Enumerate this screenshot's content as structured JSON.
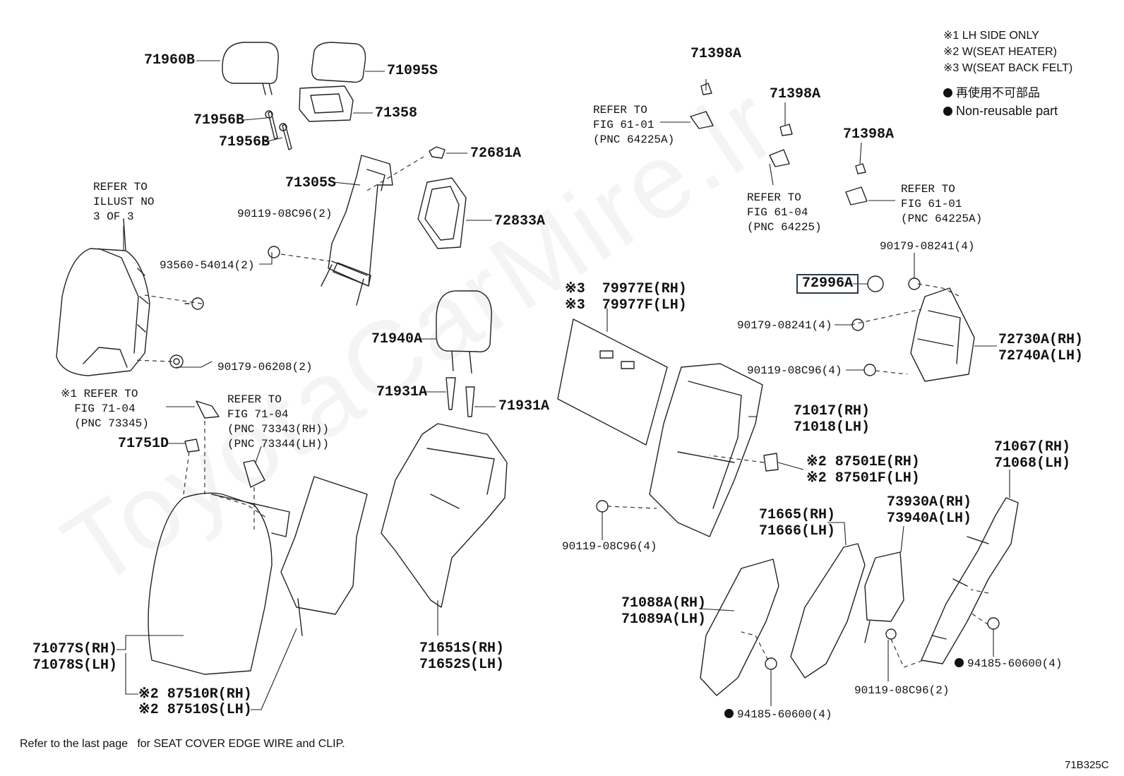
{
  "watermark": "ToyotaCarMire.lr",
  "legend": {
    "note1": "※1 LH SIDE ONLY",
    "note2": "※2 W(SEAT HEATER)",
    "note3": "※3 W(SEAT BACK FELT)",
    "nonreusable_jp": "再使用不可部品",
    "nonreusable_en": "Non-reusable part"
  },
  "labels": {
    "p71960B": "71960B",
    "p71095S": "71095S",
    "p71358": "71358",
    "p71956B_a": "71956B",
    "p71956B_b": "71956B",
    "p72681A": "72681A",
    "p71305S": "71305S",
    "p90119_08C96_2a": "90119-08C96(2)",
    "p72833A": "72833A",
    "ref_illust": "REFER TO\nILLUST NO\n3 OF 3",
    "p93560": "93560-54014(2)",
    "p90179_06208": "90179-06208(2)",
    "ref_fig7104a": "※1 REFER TO\n  FIG 71-04\n  (PNC 73345)",
    "ref_fig7104b": "REFER TO\nFIG 71-04\n(PNC 73343(RH))\n(PNC 73344(LH))",
    "p71751D": "71751D",
    "p71077S": "71077S(RH)\n71078S(LH)",
    "p87510": "※2 87510R(RH)\n※2 87510S(LH)",
    "p71940A": "71940A",
    "p71931A_a": "71931A",
    "p71931A_b": "71931A",
    "p71651S": "71651S(RH)\n71652S(LH)",
    "p79977": "※3  79977E(RH)\n※3  79977F(LH)",
    "p71398A_a": "71398A",
    "ref_fig6101a": "REFER TO\nFIG 61-01\n(PNC 64225A)",
    "p71398A_b": "71398A",
    "p71398A_c": "71398A",
    "ref_fig6104": "REFER TO\nFIG 61-04\n(PNC 64225)",
    "ref_fig6101b": "REFER TO\nFIG 61-01\n(PNC 64225A)",
    "p90179_08241_a": "90179-08241(4)",
    "p72996A": "72996A",
    "p90179_08241_b": "90179-08241(4)",
    "p72730A": "72730A(RH)\n72740A(LH)",
    "p90119_08C96_4a": "90119-08C96(4)",
    "p71017": "71017(RH)\n71018(LH)",
    "p87501": "※2 87501E(RH)\n※2 87501F(LH)",
    "p90119_08C96_4b": "90119-08C96(4)",
    "p71665": "71665(RH)\n71666(LH)",
    "p71067": "71067(RH)\n71068(LH)",
    "p73930A": "73930A(RH)\n73940A(LH)",
    "p71088A": "71088A(RH)\n71089A(LH)",
    "p94185_a": "94185-60600(4)",
    "p90119_08C96_2b": "90119-08C96(2)",
    "p94185_b": "94185-60600(4)"
  },
  "footer": {
    "note": "Refer to the last page   for SEAT COVER EDGE WIRE and CLIP.",
    "code": "71B325C"
  }
}
